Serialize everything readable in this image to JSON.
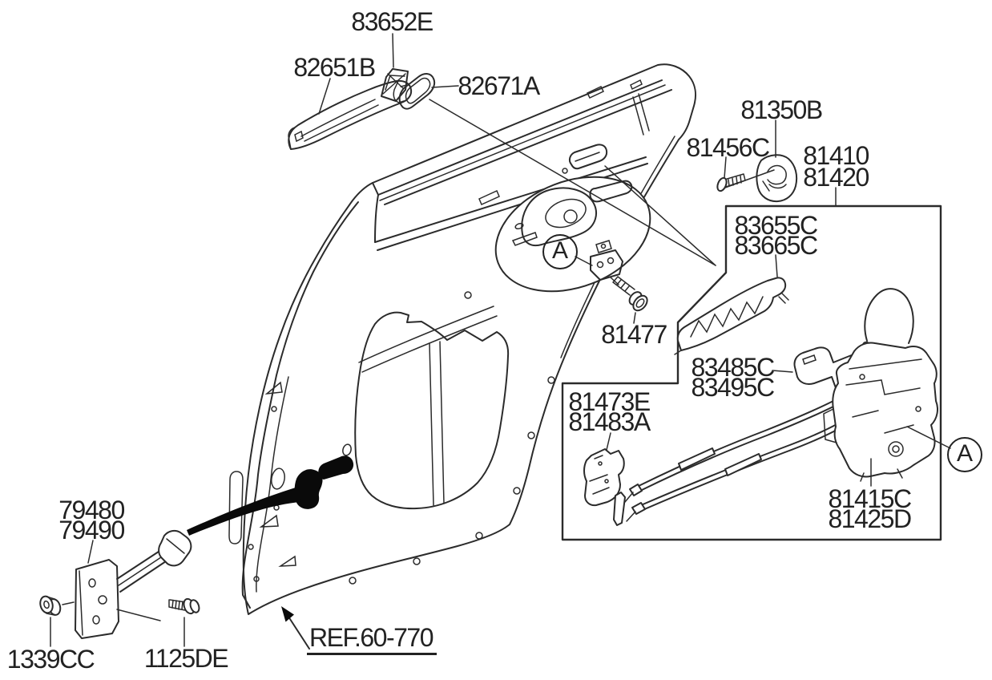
{
  "colors": {
    "line": "#2b2b2b",
    "text": "#222222",
    "silhouette_fill": "#0a0a0a",
    "background": "#ffffff"
  },
  "part_labels": [
    {
      "id": "83652E",
      "text": "83652E"
    },
    {
      "id": "82651B",
      "text": "82651B"
    },
    {
      "id": "82671A",
      "text": "82671A"
    },
    {
      "id": "81350B",
      "text": "81350B"
    },
    {
      "id": "81456C",
      "text": "81456C"
    },
    {
      "id": "81410",
      "text": "81410"
    },
    {
      "id": "81420",
      "text": "81420"
    },
    {
      "id": "83655C",
      "text": "83655C"
    },
    {
      "id": "83665C",
      "text": "83665C"
    },
    {
      "id": "81477",
      "text": "81477"
    },
    {
      "id": "83485C",
      "text": "83485C"
    },
    {
      "id": "83495C",
      "text": "83495C"
    },
    {
      "id": "81473E",
      "text": "81473E"
    },
    {
      "id": "81483A",
      "text": "81483A"
    },
    {
      "id": "81415C",
      "text": "81415C"
    },
    {
      "id": "81425D",
      "text": "81425D"
    },
    {
      "id": "79480",
      "text": "79480"
    },
    {
      "id": "79490",
      "text": "79490"
    },
    {
      "id": "1339CC",
      "text": "1339CC"
    },
    {
      "id": "1125DE",
      "text": "1125DE"
    }
  ],
  "ref_callout": {
    "text": "REF.60-770"
  },
  "detail_markers": [
    {
      "text": "A"
    },
    {
      "text": "A"
    }
  ]
}
